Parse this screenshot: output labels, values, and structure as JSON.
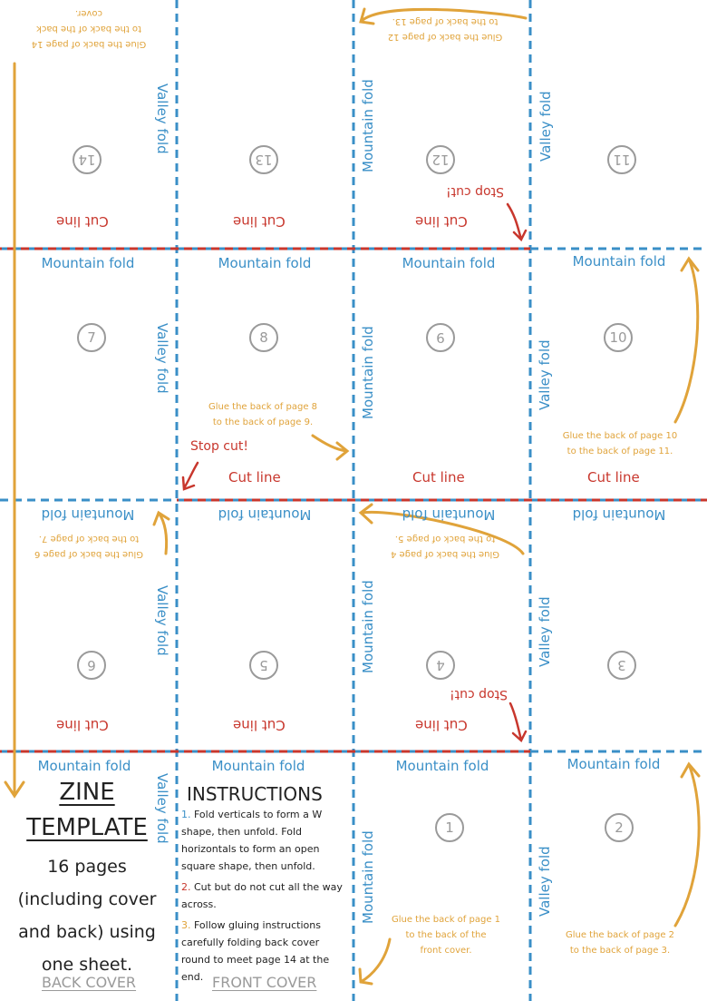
{
  "labels": {
    "mountain": "Mountain fold",
    "valley": "Valley fold",
    "cut": "Cut line",
    "stop": "Stop cut!"
  },
  "pages": [
    "14",
    "13",
    "12",
    "11",
    "7",
    "8",
    "9",
    "10",
    "6",
    "5",
    "4",
    "3",
    "1",
    "2"
  ],
  "glue": {
    "p14": [
      "Glue the back of page 14",
      "to the back of the back",
      "cover."
    ],
    "p12": [
      "Glue the back of page 12",
      "to the back of page 13."
    ],
    "p8": [
      "Glue the back of page 8",
      "to the back of page 9."
    ],
    "p10": [
      "Glue the back of page 10",
      "to the back of page 11."
    ],
    "p6": [
      "Glue the back of page 6",
      "to the back of page 7."
    ],
    "p4": [
      "Glue the back of page 4",
      "to the back of page 5."
    ],
    "p1": [
      "Glue the back of page 1",
      "to the back of the",
      "front cover."
    ],
    "p2": [
      "Glue the back of page 2",
      "to the back of page 3."
    ]
  },
  "back_cover": {
    "title1": "ZINE",
    "title2": "TEMPLATE",
    "body": [
      "16 pages",
      "(including cover",
      "and back) using",
      "one sheet."
    ],
    "label": "BACK COVER"
  },
  "front_cover": {
    "heading": "INSTRUCTIONS",
    "steps": [
      {
        "num": "1.",
        "text": "Fold verticals to form a W shape, then unfold. Fold horizontals to form an open square shape, then unfold."
      },
      {
        "num": "2.",
        "text": "Cut but do not cut all the way across."
      },
      {
        "num": "3.",
        "text": "Follow gluing instructions carefully folding back cover round to meet page 14 at the end."
      }
    ],
    "label": "FRONT COVER"
  },
  "colors": {
    "fold": "#3a8fc7",
    "cut": "#c8372d",
    "glue": "#e0a33a",
    "page": "#9a9a9a"
  }
}
